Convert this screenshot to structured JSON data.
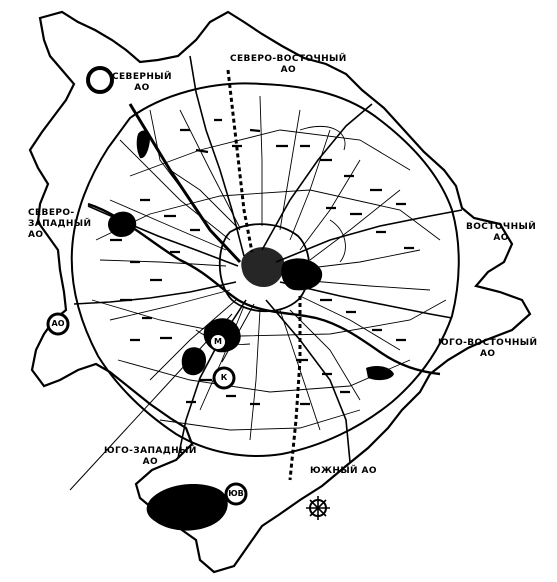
{
  "map": {
    "districts": [
      {
        "id": "north",
        "line1": "СЕВЕРНЫЙ",
        "line2": "АО"
      },
      {
        "id": "northeast",
        "line1": "СЕВЕРО-ВОСТОЧНЫЙ",
        "line2": "АО"
      },
      {
        "id": "northwest",
        "line1": "СЕВЕРО-",
        "line2": "ЗАПАДНЫЙ",
        "line3": "АО"
      },
      {
        "id": "east",
        "line1": "ВОСТОЧНЫЙ",
        "line2": "АО"
      },
      {
        "id": "southeast",
        "line1": "ЮГО-ВОСТОЧНЫЙ",
        "line2": "АО"
      },
      {
        "id": "southwest",
        "line1": "ЮГО-ЗАПАДНЫЙ",
        "line2": "АО"
      },
      {
        "id": "south",
        "line1": "ЮЖНЫЙ АО"
      }
    ],
    "markers": [
      {
        "id": "marker-west",
        "text": "АО"
      },
      {
        "id": "marker-center",
        "text": "М"
      },
      {
        "id": "marker-k",
        "text": "К"
      },
      {
        "id": "marker-south",
        "text": "ЮВ"
      }
    ],
    "colors": {
      "ink": "#000000",
      "paper": "#ffffff"
    }
  }
}
